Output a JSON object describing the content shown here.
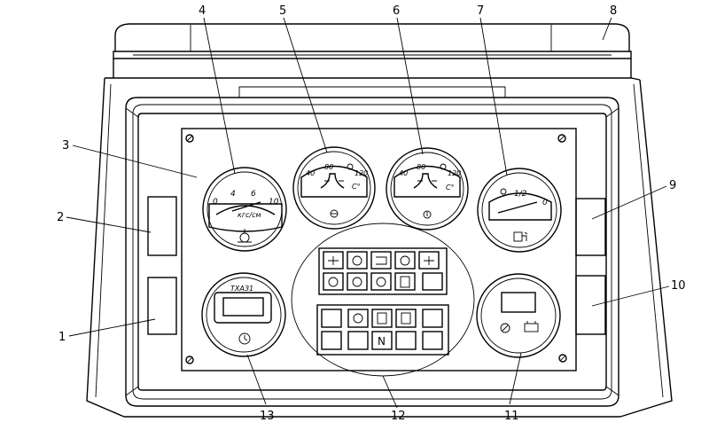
{
  "callouts": [
    {
      "num": "1"
    },
    {
      "num": "2"
    },
    {
      "num": "3"
    },
    {
      "num": "4"
    },
    {
      "num": "5"
    },
    {
      "num": "6"
    },
    {
      "num": "7"
    },
    {
      "num": "8"
    },
    {
      "num": "9"
    },
    {
      "num": "10"
    },
    {
      "num": "11"
    },
    {
      "num": "12"
    },
    {
      "num": "13"
    }
  ],
  "oil_pressure_gauge": {
    "scale": [
      "0",
      "4",
      "6",
      "10"
    ],
    "unit": "кгс/см",
    "icon": "oil-pressure-icon"
  },
  "oil_temp_gauge": {
    "scale": [
      "40",
      "80",
      "120"
    ],
    "unit": "С°",
    "icon": "oil-temperature-icon"
  },
  "coolant_temp_gauge": {
    "scale": [
      "40",
      "80",
      "120"
    ],
    "unit": "С°",
    "icon": "coolant-temperature-icon"
  },
  "fuel_gauge": {
    "scale": [
      "1/2",
      "0"
    ],
    "icon": "fuel-pump-icon"
  },
  "hour_meter": {
    "label": "ТХАЗ1",
    "icon": "hour-meter-icon"
  },
  "voltmeter": {
    "icon": "battery-icon"
  },
  "warning_panel": {
    "center_label": "N"
  }
}
